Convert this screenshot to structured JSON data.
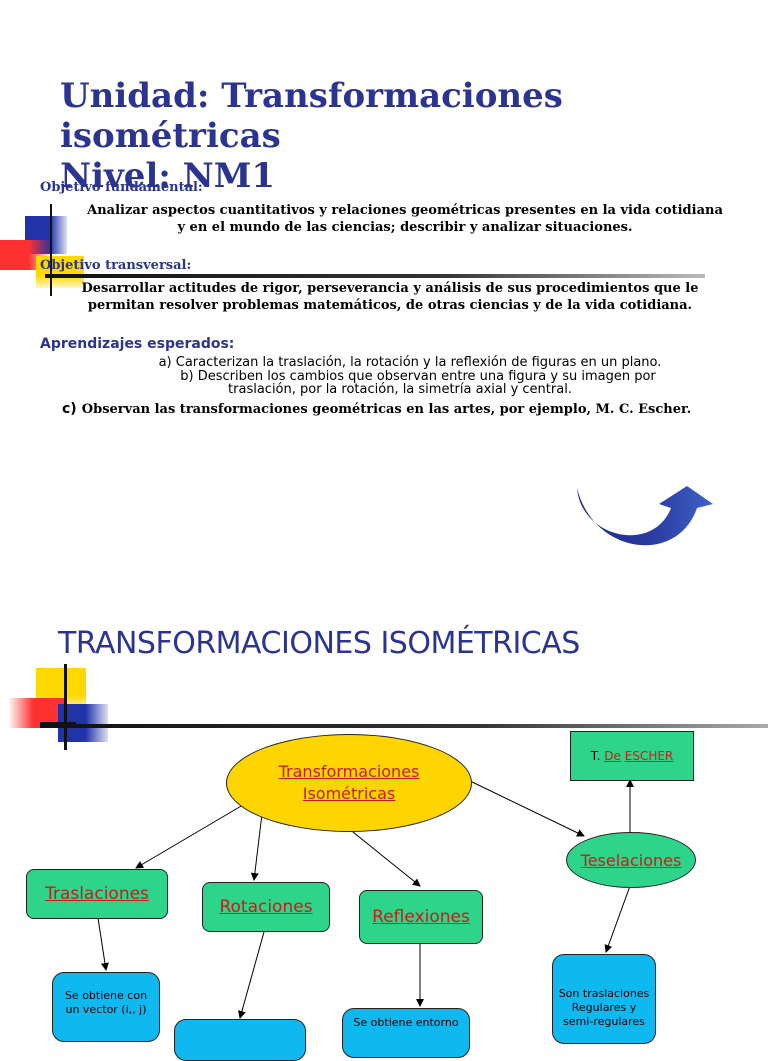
{
  "slide1": {
    "title_line1": "Unidad: Transformaciones isométricas",
    "title_line2": "Nivel: NM1",
    "obj_fund_label": "Objetivo fundamental:",
    "obj_fund_line1": "Analizar aspectos cuantitativos y relaciones geométricas presentes en la vida cotidiana",
    "obj_fund_line2": "y en el mundo de las ciencias; describir y analizar situaciones.",
    "obj_trans_label": "Objetivo transversal:",
    "obj_trans_line1": "Desarrollar actitudes de rigor, perseverancia y análisis de sus procedimientos que le",
    "obj_trans_line2": "permitan resolver problemas matemáticos, de otras ciencias y de la vida cotidiana.",
    "apr_label": "Aprendizajes esperados:",
    "apr_a": "a) Caracterizan la traslación, la rotación y la reflexión de figuras en un plano.",
    "apr_b1": "b) Describen los cambios que observan entre una figura y su imagen por",
    "apr_b2": "traslación, por la rotación, la simetría axial y central.",
    "apr_c_letter": "c)",
    "apr_c_text": "Observan  las transformaciones geométricas en las artes, por ejemplo, M. C. Escher."
  },
  "slide2": {
    "title": "TRANSFORMACIONES ISOMÉTRICAS",
    "root_line1": "Transformaciones",
    "root_line2": "Isométricas",
    "traslaciones": "Traslaciones",
    "rotaciones": "Rotaciones",
    "reflexiones": "Reflexiones",
    "teselaciones": "Teselaciones",
    "escher_prefix": "T.",
    "escher_de": "De",
    "escher_name": "ESCHER",
    "tras_desc_line1": "Se obtiene con",
    "tras_desc_line2": "un vector (i,, j)",
    "refl_desc_line1": "Se obtiene entorno",
    "tesel_desc_line1": "Son traslaciones",
    "tesel_desc_line2": "Regulares y",
    "tesel_desc_line3": "semi-regulares"
  },
  "colors": {
    "title_blue": "#2b3591",
    "node_green": "#2ed48a",
    "node_yellow": "#ffd500",
    "node_cyan": "#0fb8ef",
    "link_red": "#cc1a1a"
  }
}
